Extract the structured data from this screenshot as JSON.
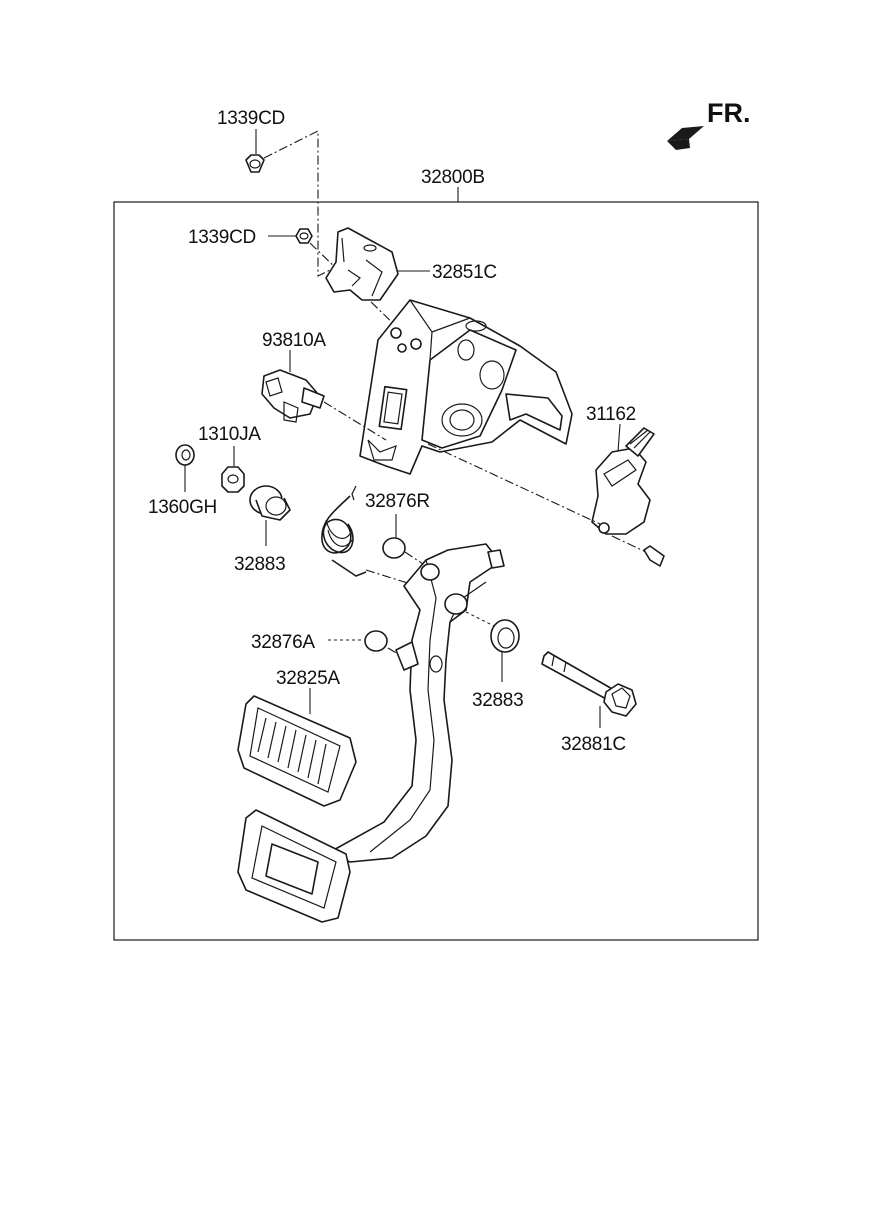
{
  "orientation": {
    "label": "FR."
  },
  "assembly": {
    "label": "32800B"
  },
  "parts": {
    "nut_top": "1339CD",
    "nut_inner": "1339CD",
    "bracket": "32851C",
    "switch": "93810A",
    "nut": "1310JA",
    "washer": "1360GH",
    "bushing_left": "32883",
    "spring": "32876R",
    "stopper": "32876A",
    "pad": "32825A",
    "bushing_right": "32883",
    "sensor": "31162",
    "bolt": "32881C"
  },
  "colors": {
    "line": "#1a1a1a",
    "background": "#ffffff"
  }
}
